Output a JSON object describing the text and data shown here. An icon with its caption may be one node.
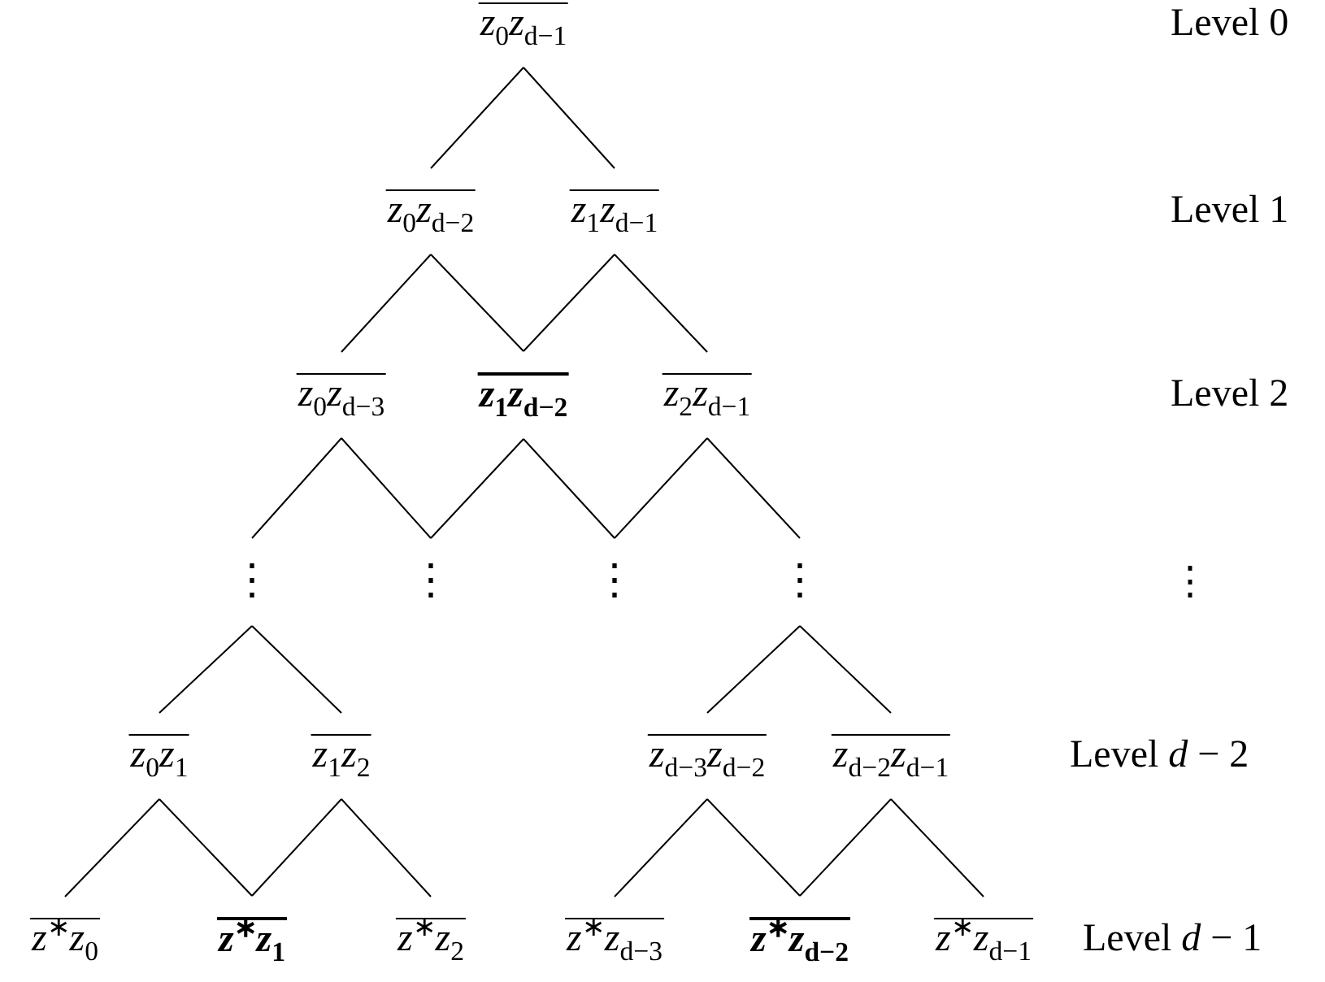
{
  "diagram": {
    "nodes": [
      {
        "text": [
          "*z*$_{0}$*z*$_{d−1}$"
        ]
      },
      {
        "text": [
          "*z*$_{0}$*z*$_{d−2}$"
        ]
      },
      {
        "text": [
          "*z*$_{1}$*z*$_{d−1}$"
        ]
      },
      {
        "text": [
          "*z*$_{0}$*z*$_{d−3}$"
        ]
      },
      {
        "text": [
          "*z*$_{1}$*z*$_{d−2}$"
        ]
      },
      {
        "text": [
          "*z*$_{2}$*z*$_{d−1}$"
        ]
      },
      {
        "text": [
          "⋮"
        ]
      },
      {
        "text": [
          "⋮"
        ]
      },
      {
        "text": [
          "⋮"
        ]
      },
      {
        "text": [
          "⋮"
        ]
      },
      {
        "text": [
          "*z*$_{0}$*z*$_{1}$"
        ]
      },
      {
        "text": [
          "*z*$_{1}$*z*$_{2}$"
        ]
      },
      {
        "text": [
          "*z*$_{d−3}$*z*$_{d−2}$"
        ]
      },
      {
        "text": [
          "*z*$_{d−2}$*z*$_{d−1}$"
        ]
      },
      {
        "text": [
          "*z*$^{∗}$*z*$_{0}$"
        ]
      },
      {
        "text": [
          "*z*$^{∗}$*z*$_{1}$"
        ]
      },
      {
        "text": [
          "*z*$^{∗}$*z*$_{2}$"
        ]
      },
      {
        "text": [
          "*z*$^{∗}$*z*$_{d−3}$"
        ]
      },
      {
        "text": [
          "*z*$^{∗}$*z*$_{d−2}$"
        ]
      },
      {
        "text": [
          "*z*$^{∗}$*z*$_{d−1}$"
        ]
      }
    ],
    "edges": [
      {
        "from": 0,
        "to": 1,
        "arrow": "none"
      },
      {
        "from": 0,
        "to": 2,
        "arrow": "none"
      },
      {
        "from": 1,
        "to": 3,
        "arrow": "none"
      },
      {
        "from": 1,
        "to": 4,
        "arrow": "none"
      },
      {
        "from": 2,
        "to": 4,
        "arrow": "none"
      },
      {
        "from": 2,
        "to": 5,
        "arrow": "none"
      },
      {
        "from": 3,
        "to": 6,
        "arrow": "none"
      },
      {
        "from": 3,
        "to": 7,
        "arrow": "none"
      },
      {
        "from": 4,
        "to": 7,
        "arrow": "none"
      },
      {
        "from": 4,
        "to": 8,
        "arrow": "none"
      },
      {
        "from": 5,
        "to": 8,
        "arrow": "none"
      },
      {
        "from": 5,
        "to": 9,
        "arrow": "none"
      },
      {
        "from": 6,
        "to": 10,
        "arrow": "none"
      },
      {
        "from": 6,
        "to": 11,
        "arrow": "none"
      },
      {
        "from": 9,
        "to": 12,
        "arrow": "none"
      },
      {
        "from": 9,
        "to": 13,
        "arrow": "none"
      },
      {
        "from": 10,
        "to": 14,
        "arrow": "none"
      },
      {
        "from": 10,
        "to": 15,
        "arrow": "none"
      },
      {
        "from": 11,
        "to": 15,
        "arrow": "none"
      },
      {
        "from": 11,
        "to": 16,
        "arrow": "none"
      },
      {
        "from": 12,
        "to": 17,
        "arrow": "none"
      },
      {
        "from": 12,
        "to": 18,
        "arrow": "none"
      },
      {
        "from": 13,
        "to": 18,
        "arrow": "none"
      },
      {
        "from": 13,
        "to": 19,
        "arrow": "none"
      }
    ],
    "labels": [
      "Level 0",
      "Level 1",
      "Level 2",
      "⋮",
      "Level *d* − 2",
      "Level *d* − 1"
    ]
  }
}
